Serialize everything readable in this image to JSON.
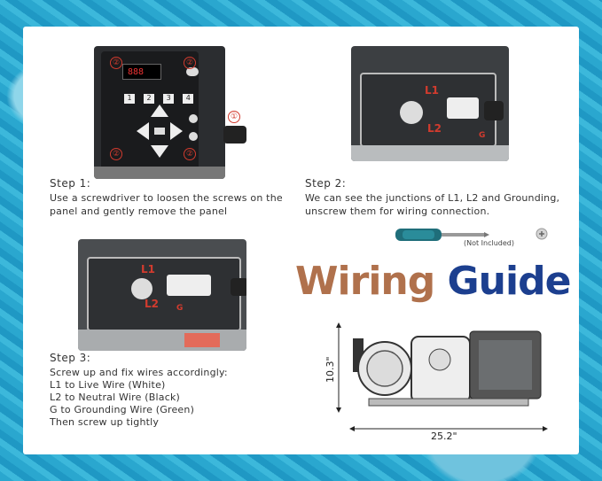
{
  "step1": {
    "title": "Step 1:",
    "lines": [
      "Use a screwdriver to loosen the screws on the",
      "panel and gently remove the panel"
    ],
    "markers": [
      "②",
      "②",
      "②",
      "②",
      "①"
    ]
  },
  "step2": {
    "title": "Step 2:",
    "lines": [
      "We can see the junctions of L1, L2 and Grounding,",
      "unscrew them for wiring connection."
    ],
    "labels": [
      "L1",
      "L2",
      "G"
    ],
    "tool_note": "(Not Included)"
  },
  "step3": {
    "title": "Step 3:",
    "lines": [
      "Screw up and fix wires accordingly:",
      "L1 to Live Wire (White)",
      "L2 to Neutral Wire (Black)",
      "G to Grounding Wire (Green)",
      "Then screw up tightly"
    ],
    "labels": [
      "L1",
      "L2",
      "G"
    ]
  },
  "headline": {
    "word1": "Wiring",
    "word2": "Guide"
  },
  "dimensions": {
    "height": "10.3\"",
    "width": "25.2\""
  },
  "controller_keys": [
    "1",
    "2",
    "3",
    "4"
  ],
  "colors": {
    "brown": "#b0714c",
    "navy": "#1c3f8f",
    "red_label": "#d23b2e",
    "pool": "#2aa7cf"
  },
  "icons": [
    "screwdriver-icon",
    "screw-icon",
    "arrow-up-icon",
    "arrow-down-icon",
    "arrow-left-icon",
    "arrow-right-icon"
  ]
}
